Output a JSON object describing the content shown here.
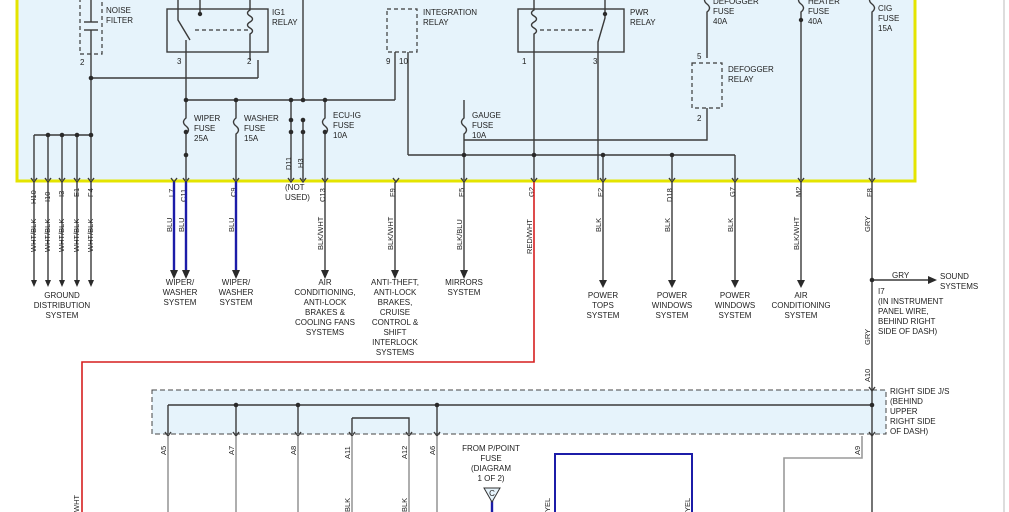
{
  "components": {
    "noise_filter": "NOISE\nFILTER",
    "ig1_relay": "IG1\nRELAY",
    "integration_relay": "INTEGRATION\nRELAY",
    "pwr_relay": "PWR\nRELAY",
    "defogger_fuse": "DEFOGGER\nFUSE\n40A",
    "heater_fuse": "HEATER\nFUSE\n40A",
    "cig_fuse": "CIG\nFUSE\n15A",
    "defogger_relay": "DEFOGGER\nRELAY",
    "wiper_fuse": "WIPER\nFUSE\n25A",
    "washer_fuse": "WASHER\nFUSE\n15A",
    "ecu_ig_fuse": "ECU-IG\nFUSE\n10A",
    "gauge_fuse": "GAUGE\nFUSE\n10A",
    "not_used": "(NOT\nUSED)",
    "right_side_jb": "RIGHT SIDE J/S\n(BEHIND\nUPPER\nRIGHT SIDE\nOF DASH)",
    "i7_note": "I7\n(IN INSTRUMENT\nPANEL WIRE,\nBEHIND RIGHT\nSIDE OF DASH)",
    "from_ppoint": "FROM P/POINT\nFUSE\n(DIAGRAM\n1 OF 2)",
    "c_marker": "C"
  },
  "pins": {
    "p2a": "2",
    "p3a": "3",
    "p2b": "2",
    "p9": "9",
    "p10": "10",
    "p1": "1",
    "p3b": "3",
    "p5": "5",
    "p2c": "2"
  },
  "connectors": {
    "h10": "H10",
    "i10": "I10",
    "i3": "I3",
    "e1": "E1",
    "f4": "F4",
    "l7": "L7",
    "c11": "C11",
    "c9": "C9",
    "d11": "D11",
    "h3": "H3",
    "c13": "C13",
    "f9": "F9",
    "e5": "E5",
    "g2": "G2",
    "e2": "E2",
    "d18": "D18",
    "g7": "G7",
    "m2": "M2",
    "f8": "F8",
    "a10": "A10",
    "a5": "A5",
    "a7": "A7",
    "a8": "A8",
    "a11": "A11",
    "a12": "A12",
    "a6": "A6",
    "a9": "A9"
  },
  "wires": {
    "wht_blk_1": "WHT/BLK",
    "wht_blk_2": "WHT/BLK",
    "wht_blk_3": "WHT/BLK",
    "wht_blk_4": "WHT/BLK",
    "wht_blk_5": "WHT/BLK",
    "blu_1": "BLU",
    "blu_2": "BLU",
    "blu_3": "BLU",
    "blk_wht_1": "BLK/WHT",
    "blk_wht_2": "BLK/WHT",
    "blk_blu": "BLK/BLU",
    "red_wht": "RED/WHT",
    "blk_1": "BLK",
    "blk_2": "BLK",
    "blk_3": "BLK",
    "blk_wht_3": "BLK/WHT",
    "gry_1": "GRY",
    "gry_2": "GRY",
    "gry_3": "GRY",
    "wht_bottom": "WHT",
    "blk_bottom_1": "BLK",
    "blk_bottom_2": "BLK",
    "yel_1": "YEL",
    "yel_2": "YEL"
  },
  "destinations": {
    "ground_distribution": "GROUND\nDISTRIBUTION\nSYSTEM",
    "wiper_washer_1": "WIPER/\nWASHER\nSYSTEM",
    "wiper_washer_2": "WIPER/\nWASHER\nSYSTEM",
    "air_cond_abs": "AIR\nCONDITIONING,\nANTI-LOCK\nBRAKES &\nCOOLING FANS\nSYSTEMS",
    "anti_theft": "ANTI-THEFT,\nANTI-LOCK\nBRAKES,\nCRUISE\nCONTROL &\nSHIFT\nINTERLOCK\nSYSTEMS",
    "mirrors": "MIRRORS\nSYSTEM",
    "power_tops": "POWER\nTOPS\nSYSTEM",
    "power_windows_1": "POWER\nWINDOWS\nSYSTEM",
    "power_windows_2": "POWER\nWINDOWS\nSYSTEM",
    "air_conditioning": "AIR\nCONDITIONING\nSYSTEM",
    "sound_systems": "SOUND\nSYSTEMS"
  },
  "colors": {
    "junction_fill": "#e6f3fb",
    "junction_border": "#e4e400",
    "wire": "#3a3a3a",
    "blue_wire": "#1c1ca8",
    "red_wire": "#d61f1f",
    "gray_wire": "#9a9a9a"
  }
}
